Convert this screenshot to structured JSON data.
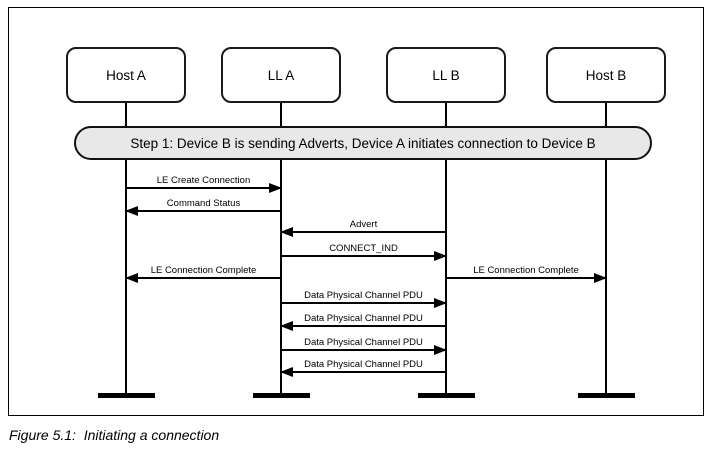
{
  "figure": {
    "nodes": [
      {
        "label": "Host A"
      },
      {
        "label": "LL A"
      },
      {
        "label": "LL B"
      },
      {
        "label": "Host B"
      }
    ],
    "banner": "Step 1: Device B is sending Adverts, Device A initiates connection to Device B",
    "messages": [
      {
        "label": "LE Create Connection",
        "from": "Host A",
        "to": "LL A",
        "direction": "right"
      },
      {
        "label": "Command Status",
        "from": "LL A",
        "to": "Host A",
        "direction": "left"
      },
      {
        "label": "Advert",
        "from": "LL B",
        "to": "LL A",
        "direction": "left"
      },
      {
        "label": "CONNECT_IND",
        "from": "LL A",
        "to": "LL B",
        "direction": "right"
      },
      {
        "label": "LE Connection Complete",
        "from": "LL A",
        "to": "Host A",
        "direction": "left"
      },
      {
        "label": "LE Connection Complete",
        "from": "LL B",
        "to": "Host B",
        "direction": "right"
      },
      {
        "label": "Data Physical Channel PDU",
        "from": "LL A",
        "to": "LL B",
        "direction": "right"
      },
      {
        "label": "Data Physical Channel PDU",
        "from": "LL B",
        "to": "LL A",
        "direction": "left"
      },
      {
        "label": "Data Physical Channel PDU",
        "from": "LL A",
        "to": "LL B",
        "direction": "right"
      },
      {
        "label": "Data Physical Channel PDU",
        "from": "LL B",
        "to": "LL A",
        "direction": "left"
      }
    ],
    "caption": "Figure 5.1:  Initiating a connection",
    "colors": {
      "banner_fill": "#e8e8e8",
      "line": "#000000",
      "background": "#ffffff"
    }
  }
}
